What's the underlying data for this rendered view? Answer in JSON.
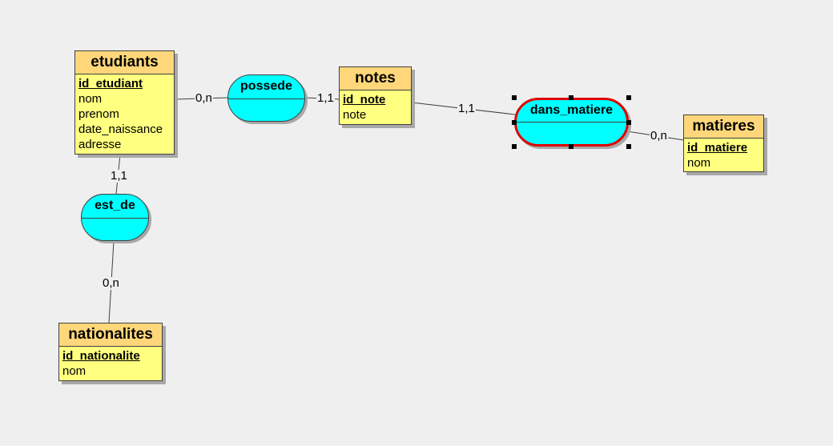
{
  "entities": {
    "etudiants": {
      "title": "etudiants",
      "key": "id_etudiant",
      "attributes": [
        "nom",
        "prenom",
        "date_naissance",
        "adresse"
      ]
    },
    "notes": {
      "title": "notes",
      "key": "id_note",
      "attributes": [
        "note"
      ]
    },
    "matieres": {
      "title": "matieres",
      "key": "id_matiere",
      "attributes": [
        "nom"
      ]
    },
    "nationalites": {
      "title": "nationalites",
      "key": "id_nationalite",
      "attributes": [
        "nom"
      ]
    }
  },
  "associations": {
    "possede": "possede",
    "dans_matiere": "dans_matiere",
    "est_de": "est_de"
  },
  "cardinalities": {
    "etudiants_possede": "0,n",
    "possede_notes": "1,1",
    "notes_dans_matiere": "1,1",
    "dans_matiere_matieres": "0,n",
    "etudiants_est_de": "1,1",
    "est_de_nationalites": "0,n"
  },
  "colors": {
    "entity_header": "#ffd77a",
    "entity_body": "#ffff80",
    "association": "#00ffff",
    "selection": "#e00000",
    "background": "#efefef"
  }
}
